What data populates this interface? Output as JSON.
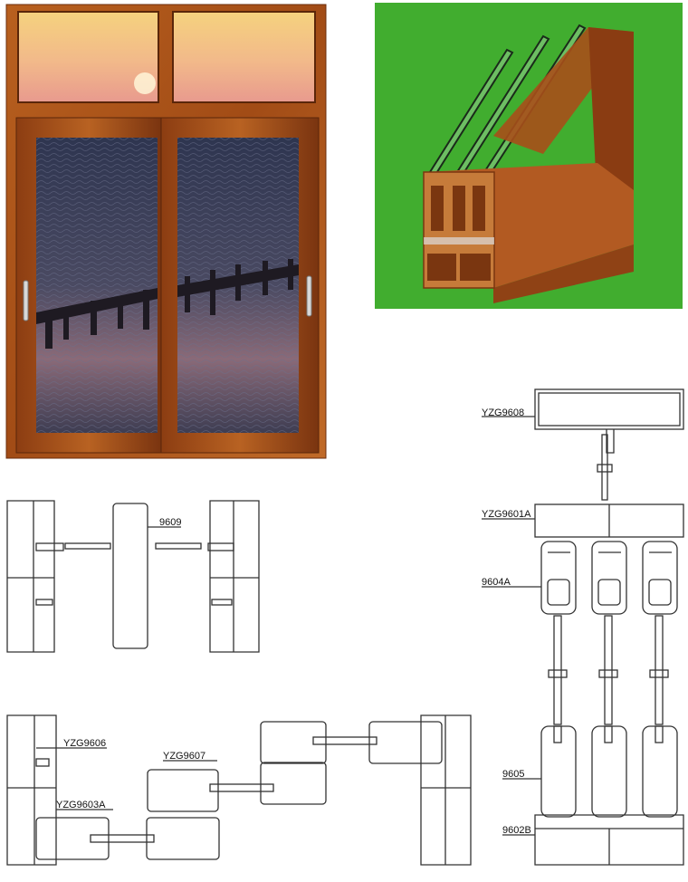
{
  "colors": {
    "wood": "#b0551c",
    "wood_dark": "#7a3510",
    "green_bg": "#3fae2f",
    "sky_top": "#f2d08a",
    "sea": "#3b3f55",
    "line": "#333333"
  },
  "photo_window": {
    "name": "sliding-window-photo"
  },
  "profile_render": {
    "name": "profile-section-render"
  },
  "labels": {
    "yzg9608": "YZG9608",
    "yzg9601a": "YZG9601A",
    "p9604a": "9604A",
    "p9605": "9605",
    "p9602b": "9602B",
    "p9609": "9609",
    "yzg9606": "YZG9606",
    "yzg9607": "YZG9607",
    "yzg9603a": "YZG9603A"
  }
}
